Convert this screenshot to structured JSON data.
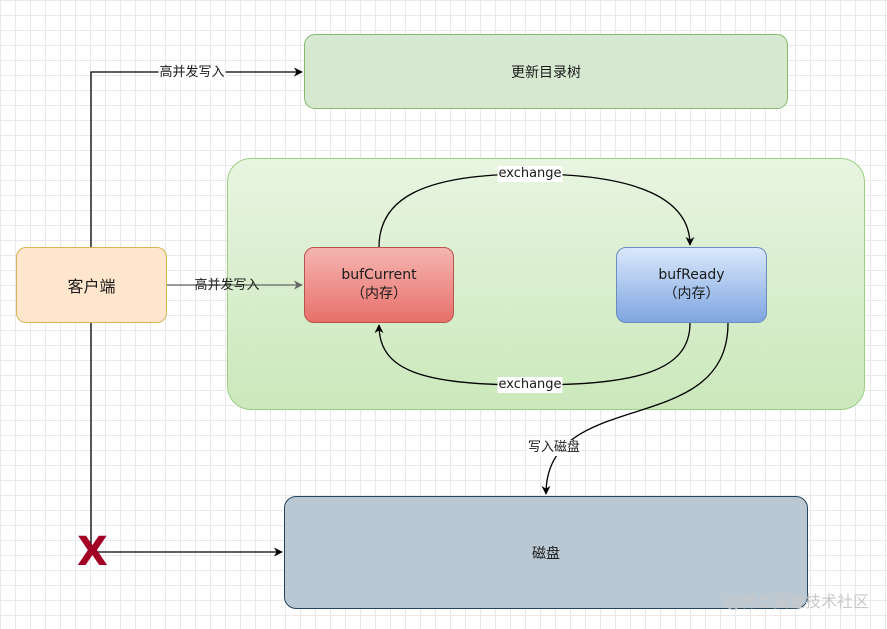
{
  "nodes": {
    "dir_tree": "更新目录树",
    "client": "客户端",
    "buf_current": {
      "name": "bufCurrent",
      "note": "（内存）"
    },
    "buf_ready": {
      "name": "bufReady",
      "note": "（内存）"
    },
    "disk": "磁盘"
  },
  "edges": {
    "high_concurrency_write_top": "高并发写入",
    "high_concurrency_write_mid": "高并发写入",
    "exchange_top": "exchange",
    "exchange_bottom": "exchange",
    "write_disk": "写入磁盘"
  },
  "marks": {
    "blocked": "X"
  },
  "watermark": "@稀土掘金技术社区",
  "colors": {
    "group_fill": "#d5e8d4",
    "client_fill": "#ffe6cc",
    "buf_current_fill": "#f8cecc",
    "buf_ready_fill": "#dae8fc",
    "disk_fill": "#bac8d3",
    "x_mark": "#a20025"
  }
}
